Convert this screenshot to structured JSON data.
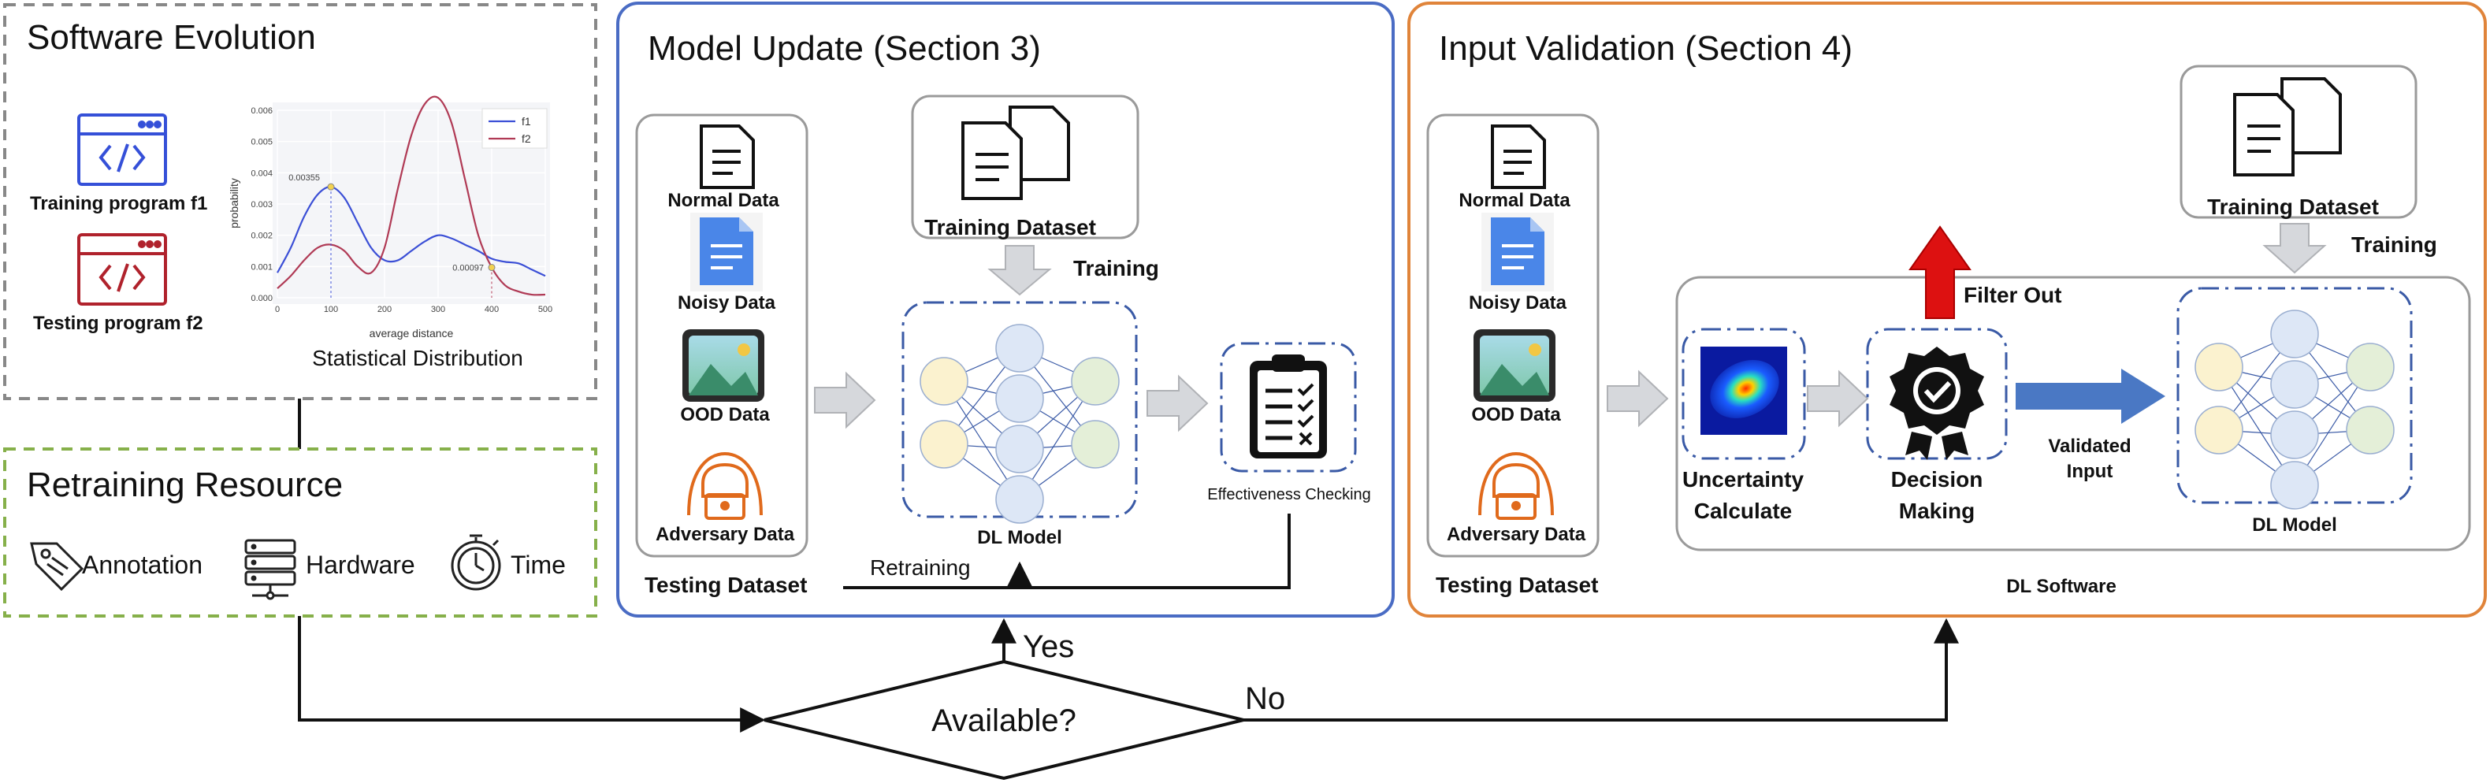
{
  "software_evolution": {
    "title": "Software Evolution",
    "program_f1": "Training program f1",
    "program_f2": "Testing program f2",
    "chart_caption": "Statistical Distribution",
    "chart_data": {
      "type": "line",
      "xlabel": "average distance",
      "ylabel": "probability",
      "xlim": [
        0,
        500
      ],
      "ylim": [
        0,
        0.006
      ],
      "x_ticks": [
        "0",
        "100",
        "200",
        "300",
        "400",
        "500"
      ],
      "y_ticks": [
        "0.000",
        "0.001",
        "0.002",
        "0.003",
        "0.004",
        "0.005",
        "0.006"
      ],
      "grid": true,
      "legend_position": "top-right",
      "series": [
        {
          "name": "f1",
          "color": "#3b4fd6",
          "x": [
            0,
            25,
            50,
            75,
            100,
            125,
            150,
            175,
            200,
            225,
            250,
            275,
            300,
            325,
            350,
            375,
            400,
            425,
            450,
            475,
            500
          ],
          "values": [
            0.0008,
            0.0016,
            0.0026,
            0.0033,
            0.00355,
            0.0032,
            0.0024,
            0.0016,
            0.0012,
            0.0012,
            0.0015,
            0.0018,
            0.002,
            0.0019,
            0.0017,
            0.0015,
            0.00125,
            0.00115,
            0.0011,
            0.0009,
            0.0007
          ]
        },
        {
          "name": "f2",
          "color": "#b03a55",
          "x": [
            0,
            25,
            50,
            75,
            100,
            125,
            150,
            175,
            200,
            225,
            250,
            275,
            300,
            325,
            350,
            375,
            400,
            425,
            450,
            475,
            500
          ],
          "values": [
            0.0003,
            0.0007,
            0.0012,
            0.0016,
            0.0017,
            0.0015,
            0.001,
            0.0008,
            0.0016,
            0.0035,
            0.0052,
            0.0062,
            0.0064,
            0.0056,
            0.0038,
            0.002,
            0.00097,
            0.0004,
            0.0002,
            0.0001,
            0.0001
          ]
        }
      ],
      "annotations": [
        {
          "text": "0.00355",
          "x": 100,
          "y": 0.00355,
          "series": 0
        },
        {
          "text": "0.00097",
          "x": 400,
          "y": 0.00097,
          "series": 1
        }
      ]
    }
  },
  "retraining_resource": {
    "title": "Retraining Resource",
    "items": [
      "Annotation",
      "Hardware",
      "Time"
    ]
  },
  "model_update": {
    "title": "Model Update (Section 3)",
    "data_types": [
      "Normal Data",
      "Noisy Data",
      "OOD Data",
      "Adversary Data"
    ],
    "testing_dataset": "Testing Dataset",
    "training_dataset": "Training Dataset",
    "training": "Training",
    "dl_model": "DL Model",
    "effectiveness": "Effectiveness Checking",
    "retraining": "Retraining"
  },
  "input_validation": {
    "title": "Input Validation (Section 4)",
    "data_types": [
      "Normal Data",
      "Noisy Data",
      "OOD Data",
      "Adversary Data"
    ],
    "testing_dataset": "Testing Dataset",
    "training_dataset": "Training Dataset",
    "training": "Training",
    "filter_out": "Filter Out",
    "uncertainty": [
      "Uncertainty",
      "Calculate"
    ],
    "decision": [
      "Decision",
      "Making"
    ],
    "validated": [
      "Validated",
      "Input"
    ],
    "dl_model": "DL Model",
    "dl_software": "DL Software"
  },
  "decision": {
    "question": "Available?",
    "yes": "Yes",
    "no": "No"
  },
  "colors": {
    "model_update_border": "#4a6cc4",
    "input_validation_border": "#e0843a",
    "retraining_border": "#86b04a",
    "evolution_border": "#888888",
    "arrow_blue": "#4a78c4",
    "arrow_red": "#dd1111",
    "adversary_orange": "#e06a1c",
    "noisy_blue": "#4a86e8",
    "node_yellow": "#fbf2cf",
    "node_blue": "#dde7f6",
    "node_green": "#e4efd8"
  }
}
